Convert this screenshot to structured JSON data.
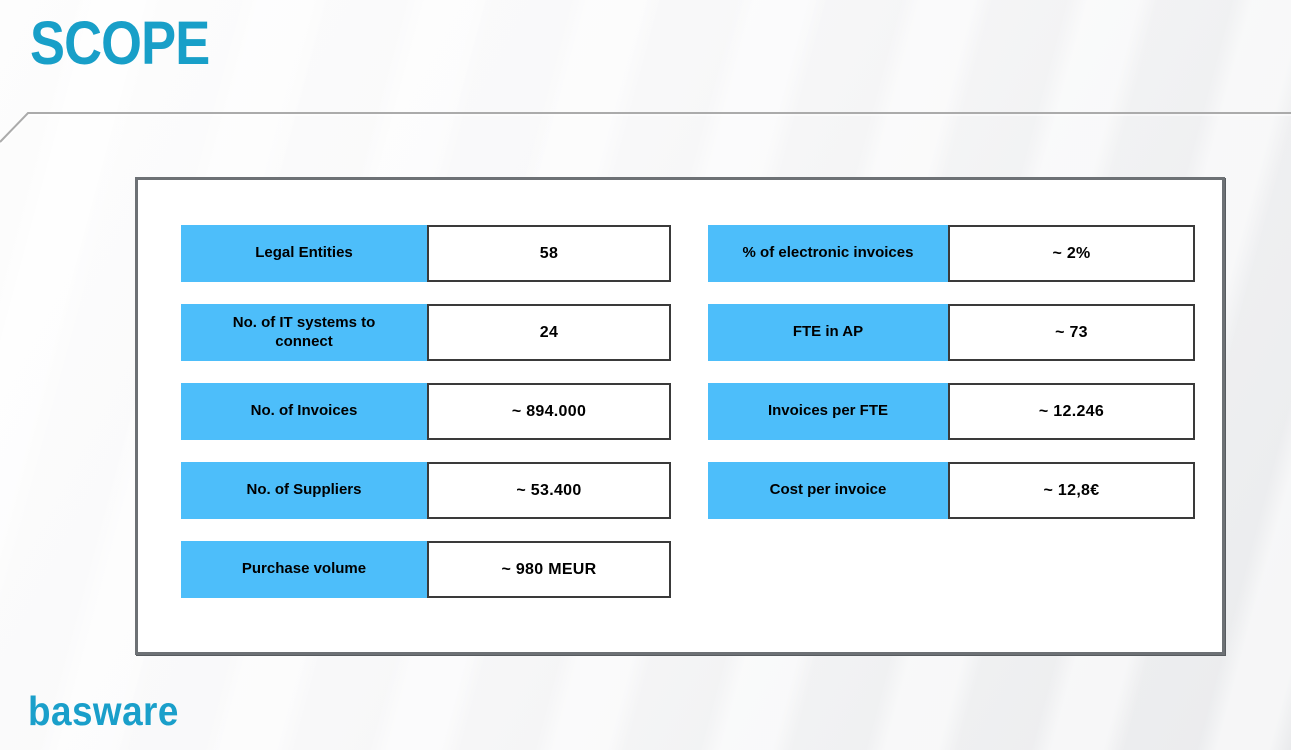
{
  "slide": {
    "title": "SCOPE"
  },
  "metrics": {
    "left": [
      {
        "label": "Legal Entities",
        "value": "58"
      },
      {
        "label": "No. of IT systems to connect",
        "value": "24"
      },
      {
        "label": "No. of Invoices",
        "value": "~ 894.000"
      },
      {
        "label": "No. of Suppliers",
        "value": "~ 53.400"
      },
      {
        "label": "Purchase volume",
        "value": "~ 980 MEUR"
      }
    ],
    "right": [
      {
        "label": "% of electronic invoices",
        "value": "~ 2%"
      },
      {
        "label": "FTE in AP",
        "value": "~ 73"
      },
      {
        "label": "Invoices per FTE",
        "value": "~ 12.246"
      },
      {
        "label": "Cost per invoice",
        "value": "~ 12,8€"
      }
    ]
  },
  "footer": {
    "logo": "basware"
  },
  "colors": {
    "title_accent": "#189FC8",
    "cell_blue": "#4DBEFA",
    "logo_cyan": "#1A9FCA",
    "value_border": "#3A3A3A",
    "panel_border": "#6D7175",
    "divider_line": "#ABABAB"
  }
}
